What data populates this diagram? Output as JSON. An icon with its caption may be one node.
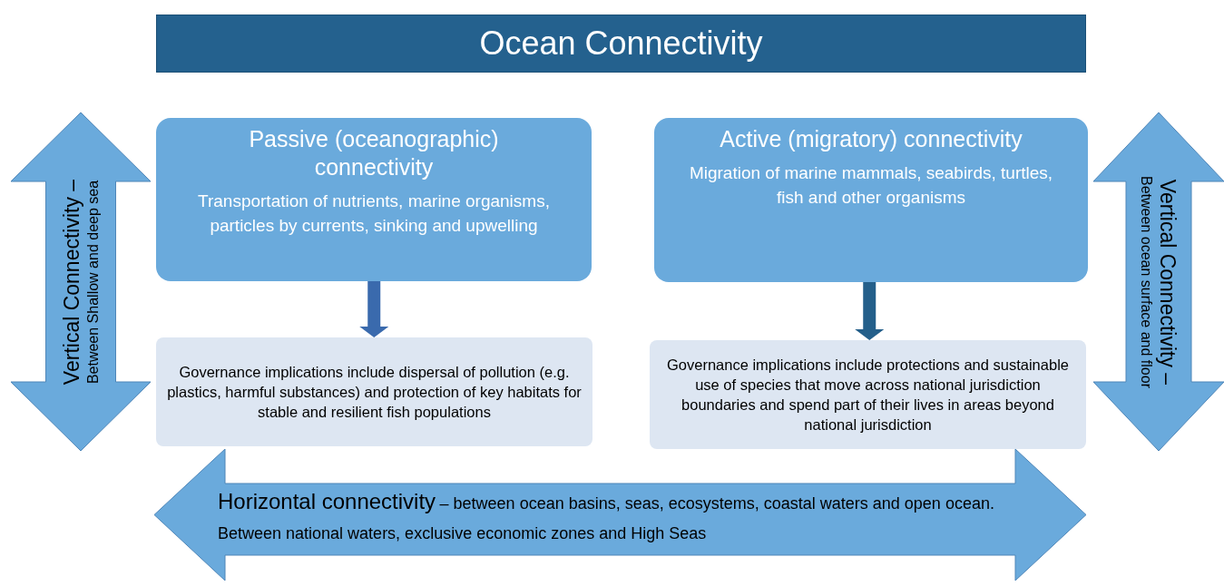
{
  "diagram": {
    "title": "Ocean Connectivity",
    "nodes": [
      {
        "text": [
          "Passive (oceanographic) connectivity",
          "Transportation of nutrients, marine organisms, particles by currents, sinking and upwelling"
        ]
      },
      {
        "text": [
          "Active (migratory) connectivity",
          "Migration of marine mammals, seabirds, turtles, fish and other organisms"
        ]
      },
      {
        "text": [
          "Governance implications include dispersal of pollution (e.g. plastics, harmful substances) and protection of key habitats for stable and resilient fish populations"
        ]
      },
      {
        "text": [
          "Governance implications include protections and sustainable use of species that move across national jurisdiction boundaries and spend part of their lives in areas beyond national jurisdiction"
        ]
      },
      {
        "text": [
          "Vertical Connectivity –",
          "Between Shallow and deep sea"
        ]
      },
      {
        "text": [
          "Vertical Connectivity –",
          "Between ocean surface and floor"
        ]
      },
      {
        "text": [
          "Horizontal connectivity",
          "– between ocean basins, seas, ecosystems, coastal waters and open ocean. Between national waters, exclusive economic zones and High Seas"
        ]
      }
    ],
    "edges": [
      {
        "from": 0,
        "to": 2,
        "arrow": "to",
        "color": "#3a6aad"
      },
      {
        "from": 1,
        "to": 3,
        "arrow": "to",
        "color": "#245f8a"
      }
    ]
  }
}
